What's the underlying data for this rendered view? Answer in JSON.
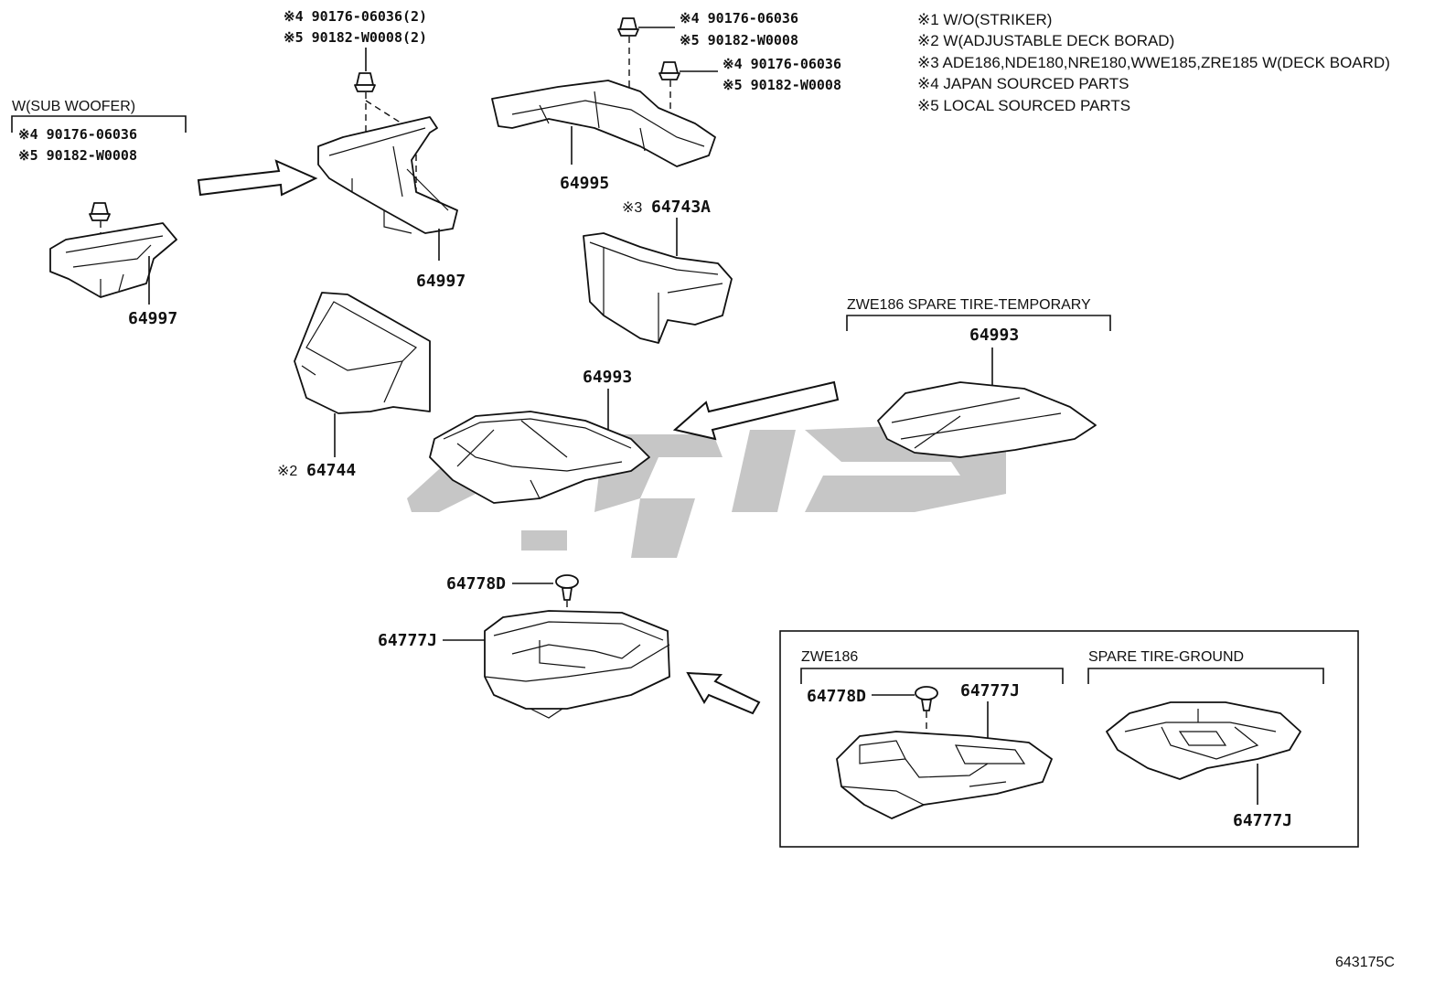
{
  "notes": [
    "※1 W/O(STRIKER)",
    "※2 W(ADJUSTABLE DECK BORAD)",
    "※3 ADE186,NDE180,NRE180,WWE185,ZRE185 W(DECK BOARD)",
    "※4 JAPAN SOURCED PARTS",
    "※5 LOCAL SOURCED PARTS"
  ],
  "groups": {
    "sub_woofer": "W(SUB WOOFER)",
    "spare_tire_temporary": "ZWE186 SPARE TIRE-TEMPORARY",
    "zwe186": "ZWE186",
    "spare_tire_ground": "SPARE TIRE-GROUND"
  },
  "fasteners": {
    "top_left_a": "※4 90176-06036(2)",
    "top_left_b": "※5 90182-W0008(2)",
    "top_mid_a": "※4 90176-06036",
    "top_mid_b": "※5 90182-W0008",
    "top_right_a": "※4 90176-06036",
    "top_right_b": "※5 90182-W0008",
    "woofer_a": "※4 90176-06036",
    "woofer_b": "※5 90182-W0008"
  },
  "parts": {
    "p64997_left": "64997",
    "p64997_mid": "64997",
    "p64995": "64995",
    "p64743a_note": "※3",
    "p64743a": "64743A",
    "p64744_note": "※2",
    "p64744": "64744",
    "p64993_center": "64993",
    "p64993_right": "64993",
    "p64778d_main": "64778D",
    "p64777j_main": "64777J",
    "p64778d_box": "64778D",
    "p64777j_box_left": "64777J",
    "p64777j_box_right": "64777J"
  },
  "watermark": "ﻋﻮﻳﺎﻥ",
  "figure_code": "643175C",
  "colors": {
    "ink": "#111111",
    "watermark": "#bdbdbd",
    "background": "#ffffff"
  }
}
